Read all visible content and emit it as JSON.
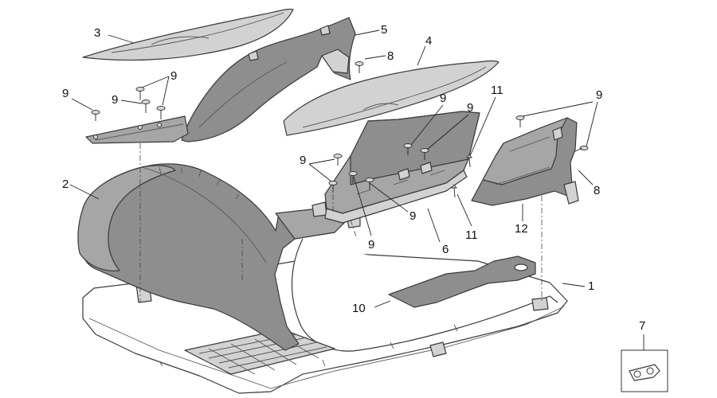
{
  "callouts": [
    {
      "id": "c1",
      "text": "1"
    },
    {
      "id": "c2",
      "text": "2"
    },
    {
      "id": "c3",
      "text": "3"
    },
    {
      "id": "c4",
      "text": "4"
    },
    {
      "id": "c5",
      "text": "5"
    },
    {
      "id": "c6",
      "text": "6"
    },
    {
      "id": "c7",
      "text": "7"
    },
    {
      "id": "c8a",
      "text": "8"
    },
    {
      "id": "c8b",
      "text": "8"
    },
    {
      "id": "c9a",
      "text": "9"
    },
    {
      "id": "c9b",
      "text": "9"
    },
    {
      "id": "c9c",
      "text": "9"
    },
    {
      "id": "c9d",
      "text": "9"
    },
    {
      "id": "c9e",
      "text": "9"
    },
    {
      "id": "c9f",
      "text": "9"
    },
    {
      "id": "c9g",
      "text": "9"
    },
    {
      "id": "c9h",
      "text": "9"
    },
    {
      "id": "c9i",
      "text": "9"
    },
    {
      "id": "c10",
      "text": "10"
    },
    {
      "id": "c11a",
      "text": "11"
    },
    {
      "id": "c11b",
      "text": "11"
    },
    {
      "id": "c12",
      "text": "12"
    }
  ]
}
